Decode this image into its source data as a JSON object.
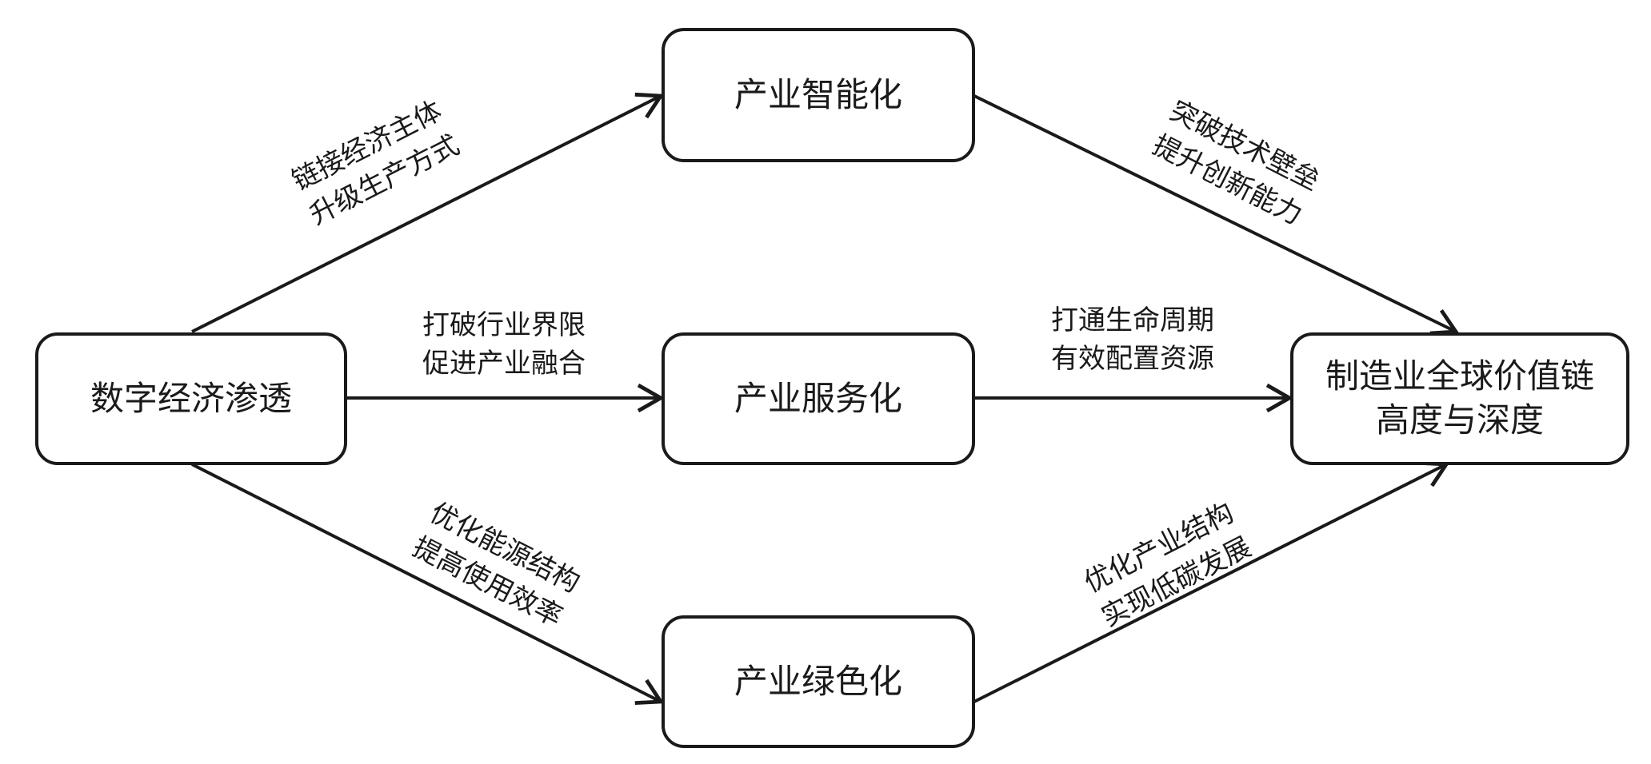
{
  "nodes": {
    "source": "数字经济渗透",
    "intelligent": "产业智能化",
    "service": "产业服务化",
    "green": "产业绿色化",
    "target_line1": "制造业全球价值链",
    "target_line2": "高度与深度"
  },
  "edges": {
    "source_to_intelligent": [
      "链接经济主体",
      "升级生产方式"
    ],
    "source_to_service": [
      "打破行业界限",
      "促进产业融合"
    ],
    "source_to_green": [
      "优化能源结构",
      "提高使用效率"
    ],
    "intelligent_to_target": [
      "突破技术壁垒",
      "提升创新能力"
    ],
    "service_to_target": [
      "打通生命周期",
      "有效配置资源"
    ],
    "green_to_target": [
      "优化产业结构",
      "实现低碳发展"
    ]
  }
}
